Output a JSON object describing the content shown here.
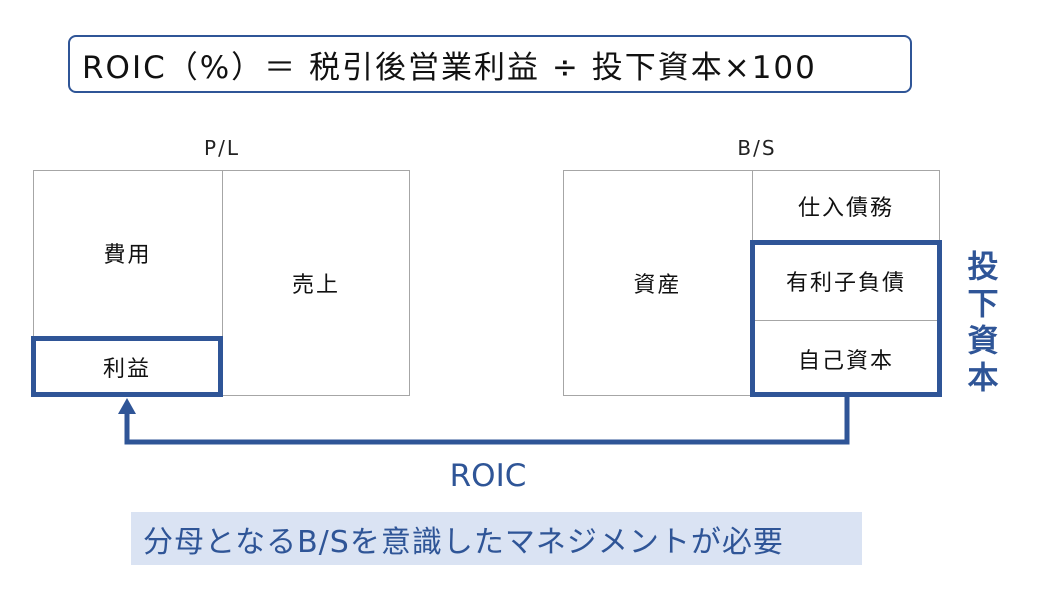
{
  "formula": "ROIC（%）＝ 税引後営業利益 ÷ 投下資本×100",
  "pl": {
    "title": "P/L",
    "expense": "費用",
    "profit": "利益",
    "sales": "売上"
  },
  "bs": {
    "title": "B/S",
    "assets": "資産",
    "payables": "仕入債務",
    "interest_bearing_debt": "有利子負債",
    "equity": "自己資本"
  },
  "invested_capital_label": "投下資本",
  "arrow_label": "ROIC",
  "note": "分母となるB/Sを意識したマネジメントが必要",
  "colors": {
    "accent": "#2F5597",
    "highlight": "#DAE3F3",
    "grid": "#A6A6A6"
  }
}
